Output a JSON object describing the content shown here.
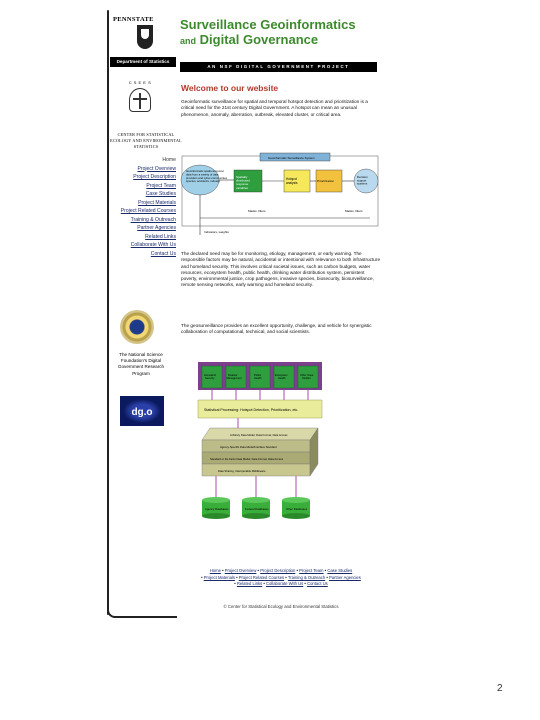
{
  "sidebar": {
    "university": "PENNSTATE",
    "department_bar": "Department of Statistics",
    "center_acronym": "C S E E S",
    "center_name": "CENTER FOR STATISTICAL ECOLOGY AND ENVIRONMENTAL STATISTICS",
    "nav_items": [
      {
        "label": "Home"
      },
      {
        "label": "Project Overview"
      },
      {
        "label": "Project Description"
      },
      {
        "label": "Project Team"
      },
      {
        "label": "Case Studies"
      },
      {
        "label": "Project Materials"
      },
      {
        "label": "Project Related Courses"
      },
      {
        "label": "Training & Outreach"
      },
      {
        "label": "Partner Agencies"
      },
      {
        "label": "Related Links"
      },
      {
        "label": "Collaborate With Us"
      },
      {
        "label": "Contact Us"
      }
    ],
    "nsf_caption": "The National Science Foundation's Digital Government Research Program",
    "dgo_logo": "dg.o"
  },
  "header": {
    "title_line1": "Surveillance Geoinformatics",
    "title_and": "and",
    "title_line2": "Digital Governance",
    "subtitle_bar": "AN NSF DIGITAL GOVERNMENT PROJECT"
  },
  "main": {
    "welcome": "Welcome to our website",
    "para1": "Geoinformatic surveillance for spatial and temporal hotspot detection and prioritization is a critical need for the 21st century Digital Government. A hotspot can mean an unusual phenomenon, anomaly, aberration, outbreak, elevated cluster, or critical area.",
    "para2": "The declared need may be for monitoring, etiology, management, or early warning. The responsible factors may be natural, accidental or intentional with relevance to both infrastructure and homeland security. This involves critical societal issues, such as carbon budgets, water resources, ecosystem health, public health, drinking water distribution system, persistent poverty, environmental justice, crop pathogens, invasive species, biosecurity, biosurveillance, remote sensing networks, early warning and homeland security.",
    "para3": "The geosurveillance provides an excellent opportunity, challenge, and vehicle for synergistic collaboration of computational, technical, and social scientists."
  },
  "diagram1": {
    "system_label": "Geoinformatic Surveillance System",
    "ellipse_text": "Geoinformatic spatio-temporal data from a variety of data providers and cyber-communities — species, accidents, and industry",
    "box1": "Spatially distributed response variables",
    "box2": "Hotspot analysis",
    "box3": "Prioritization",
    "box4": "Decision support systems",
    "masks1": "Masks, filters",
    "masks2": "Masks, filters",
    "indicators": "Indicators, weights"
  },
  "diagram2": {
    "top_boxes": [
      "Homeland Security",
      "Disaster Management",
      "Public Health",
      "Ecosystem Health",
      "Other Case Studies"
    ],
    "band": "Statistical Processing: Hotspot Detection, Prioritization, etc.",
    "layers": [
      "Arbitrary Data Model, Data Format, Data Access",
      "Agency-Specific Data Model/Interface Standard",
      "Standard or De Facto Data Model, Data Format, Data Access",
      "Data Sharing, Interoperable Middleware"
    ],
    "databases": [
      "Agency Databases",
      "Federal Databases",
      "Other Databases"
    ]
  },
  "footer": {
    "links": [
      "Home",
      "Project Overview",
      "Project Description",
      "Project Team",
      "Case Studies",
      "Project Materials",
      "Project Related Courses",
      "Training & Outreach",
      "Partner Agencies",
      "Related Links",
      "Collaborate With Us",
      "Contact Us"
    ],
    "copyright": "© Center for Statistical Ecology and Environmental Statistics"
  },
  "page_number": "2",
  "colors": {
    "title_green": "#3d8a2e",
    "welcome_red": "#b33a2a",
    "link_blue": "#1b2a6b",
    "box_purple": "#7b3f8c",
    "box_green": "#2e9e3f",
    "band_yellow": "#e9ec9a"
  }
}
